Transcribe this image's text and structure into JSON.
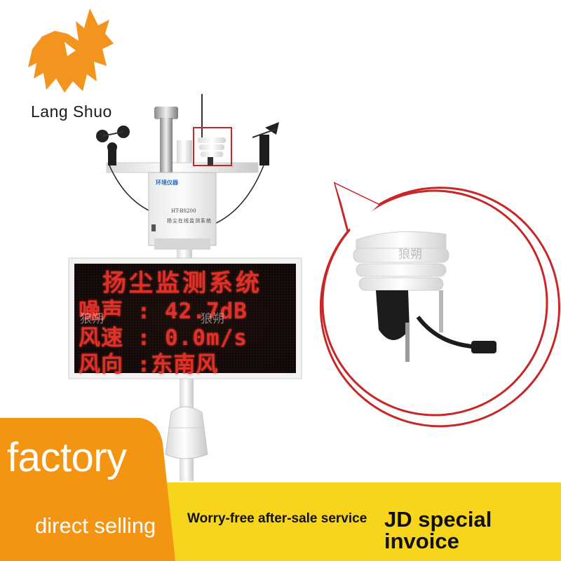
{
  "brand": {
    "name": "Lang Shuo",
    "logo_color": "#f3941e"
  },
  "display_board": {
    "title": "扬尘监测系统",
    "rows": [
      "噪声 : 42.7dB",
      "风速 : 0.0m/s",
      "风向 :东南风"
    ],
    "led_color": "#e0302a"
  },
  "control_box": {
    "brand": "环境仪器",
    "model": "HT-BS200",
    "name": "扬尘在线监测系统"
  },
  "watermark": "狼朔",
  "banner": {
    "factory": "factory",
    "direct_selling": "direct selling",
    "after_sale": "Worry-free after-sale service",
    "invoice": "JD special invoice",
    "orange": "#f39512",
    "yellow": "#f7d51c"
  },
  "icons": [
    "wolf-logo-icon",
    "wind-cup-anemometer-icon",
    "wind-vane-icon",
    "antenna-icon",
    "radiation-shield-sensor-icon"
  ]
}
